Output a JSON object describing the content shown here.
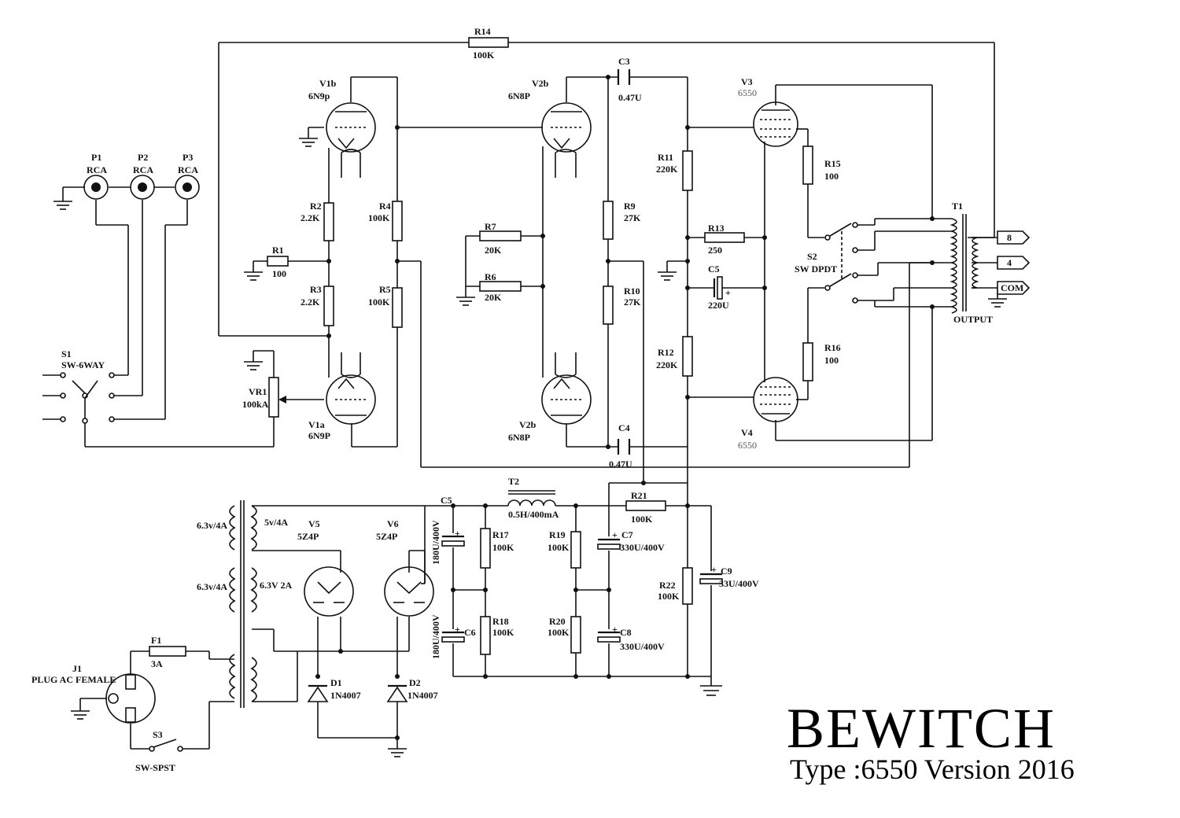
{
  "labels": {
    "r14": "R14",
    "r14v": "100K",
    "v1b": "V1b",
    "v1bt": "6N9p",
    "v2b_top": "V2b",
    "v2b_top_t": "6N8P",
    "c3": "C3",
    "c3v": "0.47U",
    "v3": "V3",
    "v3t": "6550",
    "p1": "P1",
    "p1t": "RCA",
    "p2": "P2",
    "p2t": "RCA",
    "p3": "P3",
    "p3t": "RCA",
    "r2": "R2",
    "r2v": "2.2K",
    "r4": "R4",
    "r4v": "100K",
    "r7": "R7",
    "r7v": "20K",
    "r9": "R9",
    "r9v": "27K",
    "r11": "R11",
    "r11v": "220K",
    "r15": "R15",
    "r15v": "100",
    "t1": "T1",
    "tap8": "8",
    "tap4": "4",
    "tapcom": "COM",
    "r1": "R1",
    "r1v": "100",
    "r13": "R13",
    "r13v": "250",
    "s2": "S2",
    "s2t": "SW DPDT",
    "c5a": "C5",
    "c5av": "220U",
    "r6": "R6",
    "r6v": "20K",
    "r3": "R3",
    "r3v": "2.2K",
    "r5": "R5",
    "r5v": "100K",
    "r10": "R10",
    "r10v": "27K",
    "output": "OUTPUT",
    "s1": "S1",
    "s1t": "SW-6WAY",
    "r12": "R12",
    "r12v": "220K",
    "r16": "R16",
    "r16v": "100",
    "vr1": "VR1",
    "vr1v": "100kA",
    "v1a": "V1a",
    "v1at": "6N9P",
    "v2b_bot": "V2b",
    "v2b_bot_t": "6N8P",
    "c4": "C4",
    "c4v": "0.47U",
    "v4": "V4",
    "v4t": "6550",
    "t2": "T2",
    "t2v": "0.5H/400mA",
    "c5b": "C5",
    "r21": "R21",
    "r21v": "100K",
    "w1": "6.3v/4A",
    "w2": "5v/4A",
    "v5": "V5",
    "v5t": "5Z4P",
    "v6": "V6",
    "v6t": "5Z4P",
    "c5bv": "180U/400V",
    "r17": "R17",
    "r17v": "100K",
    "r19": "R19",
    "r19v": "100K",
    "c7": "C7",
    "c7v": "330U/400V",
    "c9": "C9",
    "c9v": "33U/400V",
    "r22": "R22",
    "r22v": "100K",
    "w3": "6.3v/4A",
    "w4": "6.3V 2A",
    "f1": "F1",
    "f1v": "3A",
    "c6": "C6",
    "c6v": "180U/400V",
    "r18": "R18",
    "r18v": "100K",
    "r20": "R20",
    "r20v": "100K",
    "c8": "C8",
    "c8v": "330U/400V",
    "j1": "J1",
    "j1t": "PLUG AC FEMALE",
    "d1": "D1",
    "d1v": "1N4007",
    "d2": "D2",
    "d2v": "1N4007",
    "s3": "S3",
    "s3t": "SW-SPST",
    "plus": "+"
  },
  "brand": {
    "name": "BEWITCH",
    "subtitle": "Type :6550 Version 2016"
  }
}
